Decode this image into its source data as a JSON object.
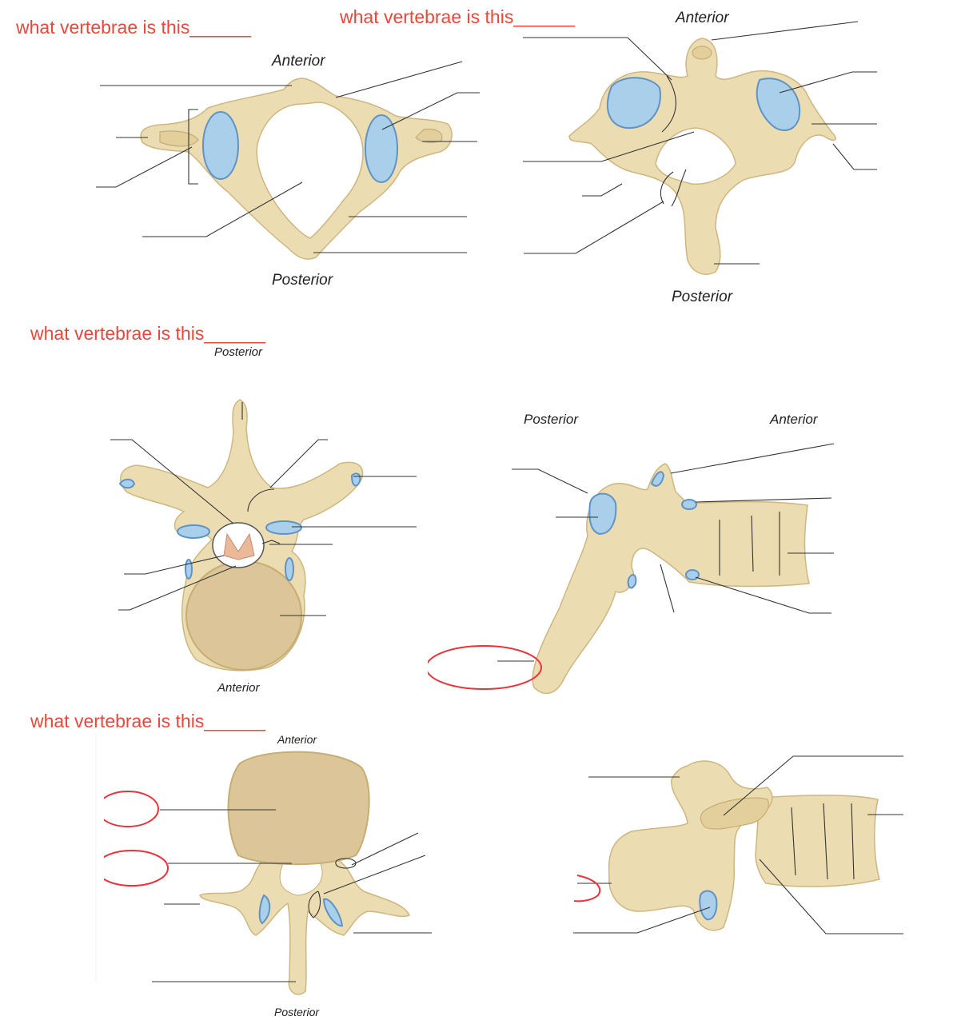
{
  "questions": [
    {
      "text": "what vertebrae is this______"
    },
    {
      "text": "what vertebrae is this______"
    },
    {
      "text": "what vertebrae is this______"
    },
    {
      "text": "what vertebrae is this______"
    }
  ],
  "figures": {
    "atlas_superior": {
      "top": "Anterior",
      "bottom": "Posterior"
    },
    "axis_posterosuperior": {
      "top": "Anterior",
      "bottom": "Posterior"
    },
    "thoracic_superior": {
      "top": "Posterior",
      "bottom": "Anterior"
    },
    "thoracic_lateral": {
      "left": "Posterior",
      "right": "Anterior"
    },
    "lumbar_superior": {
      "top": "Anterior",
      "bottom": "Posterior"
    }
  },
  "colors": {
    "question": "#e8473a",
    "bone": "#ecdcb2",
    "facet": "#a9cfeb",
    "marker": "#e8333a"
  }
}
